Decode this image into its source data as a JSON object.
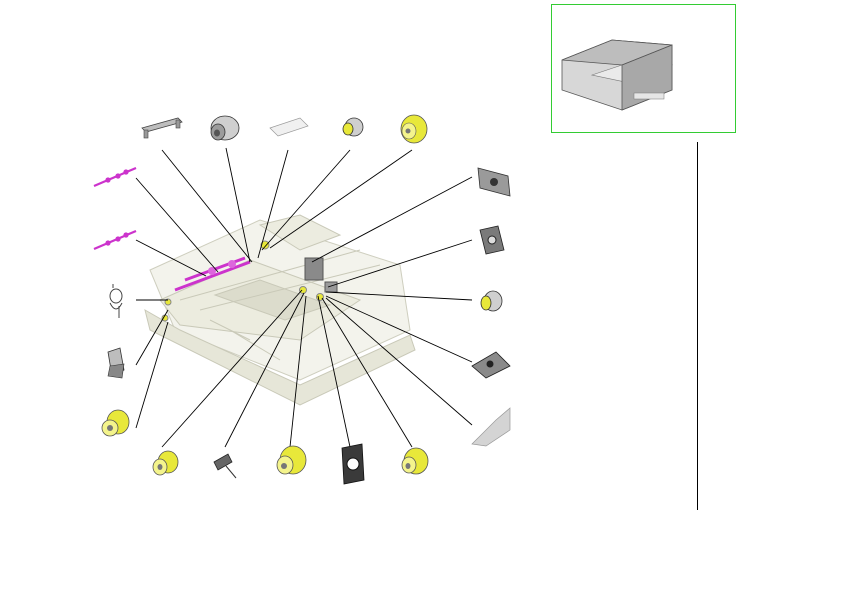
{
  "colors": {
    "leader": "#000000",
    "thumbnail_border": "#33cc33",
    "part_yellow": "#e8e83a",
    "part_magenta": "#cc33cc",
    "part_gray": "#7a7a7a",
    "assembly_ghost": "#d8d8cc"
  },
  "thumbnail": {
    "icon": "document-feeder-unit-icon"
  },
  "parts": [
    {
      "name": "rail-bracket",
      "icon": "bracket-part-icon"
    },
    {
      "name": "feed-roller-gray",
      "icon": "roller-part-icon"
    },
    {
      "name": "guide-plate",
      "icon": "plate-part-icon"
    },
    {
      "name": "small-roller",
      "icon": "roller-part-icon"
    },
    {
      "name": "gear-yellow-large",
      "icon": "gear-part-icon"
    },
    {
      "name": "upper-shaft",
      "icon": "shaft-part-icon"
    },
    {
      "name": "lower-shaft",
      "icon": "shaft-part-icon"
    },
    {
      "name": "spring",
      "icon": "spring-part-icon"
    },
    {
      "name": "clip",
      "icon": "clip-part-icon"
    },
    {
      "name": "bushing-left",
      "icon": "bushing-part-icon"
    },
    {
      "name": "bushing-bottom",
      "icon": "bushing-part-icon"
    },
    {
      "name": "lever",
      "icon": "lever-part-icon"
    },
    {
      "name": "pulley-yellow",
      "icon": "pulley-part-icon"
    },
    {
      "name": "motor-mount-plate",
      "icon": "mount-plate-part-icon"
    },
    {
      "name": "gear-yellow-bottom",
      "icon": "gear-part-icon"
    },
    {
      "name": "side-bracket-top",
      "icon": "bracket-part-icon"
    },
    {
      "name": "side-bracket-mid",
      "icon": "bracket-part-icon"
    },
    {
      "name": "roller-yellow-right",
      "icon": "roller-part-icon"
    },
    {
      "name": "side-bracket-low",
      "icon": "bracket-part-icon"
    },
    {
      "name": "paper-guide-plate",
      "icon": "plate-part-icon"
    }
  ]
}
